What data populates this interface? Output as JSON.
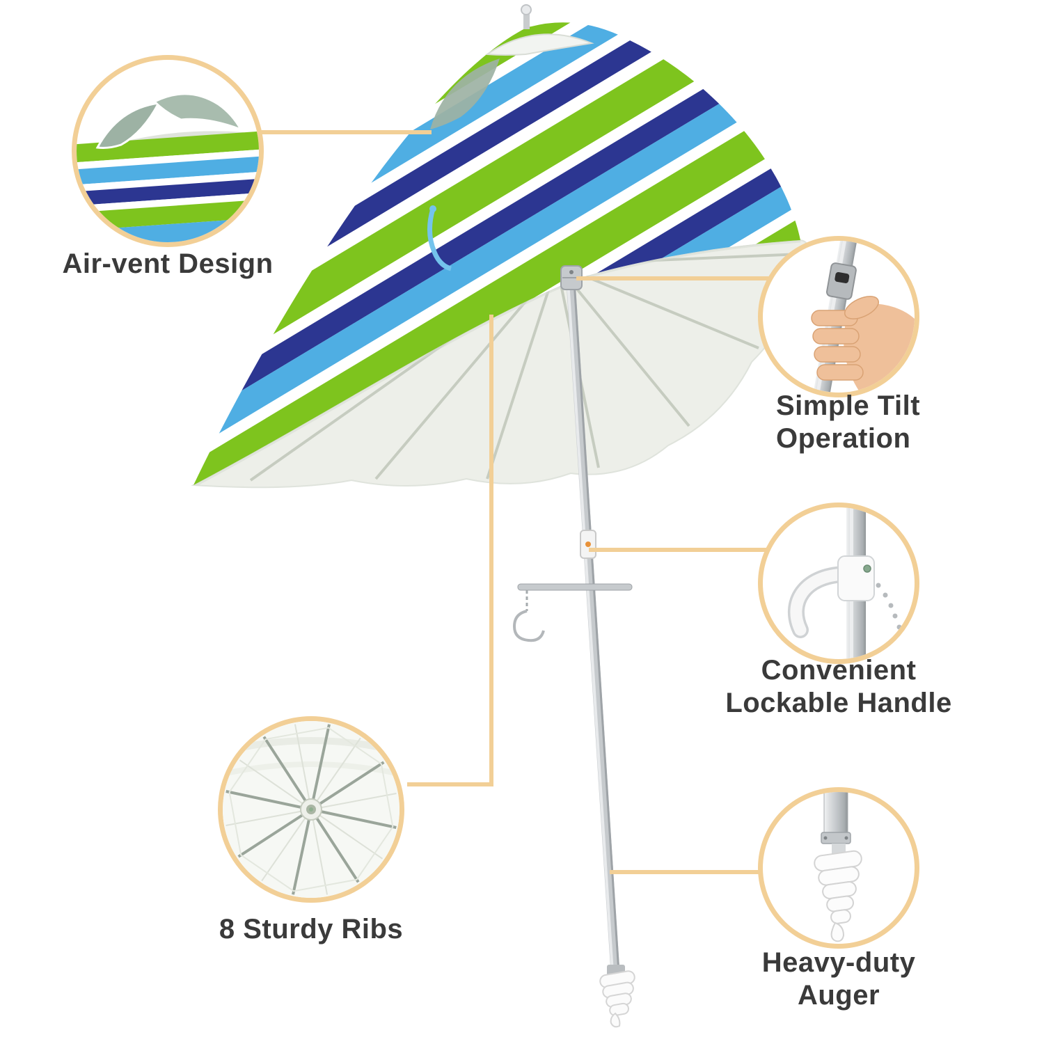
{
  "colors": {
    "callout_border": "#F2CF96",
    "leader_line": "#F2CF96",
    "label_text": "#3A3A3A",
    "stripe_green": "#7EC41E",
    "stripe_sky": "#4FAEE3",
    "stripe_navy": "#2C3691",
    "stripe_white": "#FFFFFF",
    "canopy_underside": "#EDEFE9",
    "rib_line": "#C6CCC0",
    "pole_light": "#E8EAEC",
    "pole_mid": "#C6CACD",
    "pole_dark": "#9EA3A7",
    "skin": "#EFC09A",
    "vent_sage": "#9DB2A4"
  },
  "callouts": {
    "air_vent": {
      "label_lines": [
        "Air-vent Design"
      ]
    },
    "tilt": {
      "label_lines": [
        "Simple Tilt",
        "Operation"
      ]
    },
    "handle": {
      "label_lines": [
        "Convenient",
        "Lockable Handle"
      ]
    },
    "ribs": {
      "label_lines": [
        "8 Sturdy Ribs"
      ]
    },
    "auger": {
      "label_lines": [
        "Heavy-duty",
        "Auger"
      ]
    }
  }
}
